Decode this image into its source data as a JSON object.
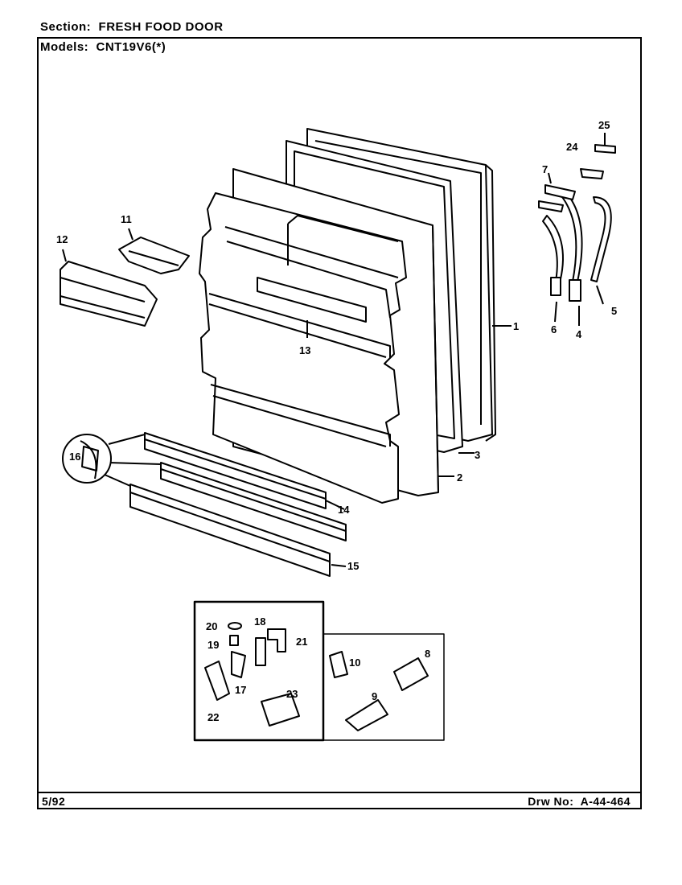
{
  "header": {
    "section_label": "Section:",
    "section_value": "FRESH FOOD DOOR",
    "models_label": "Models:",
    "models_value": "CNT19V6(*)"
  },
  "footer": {
    "date": "5/92",
    "drawing_label": "Drw No:",
    "drawing_number": "A-44-464"
  },
  "callouts": [
    "1",
    "2",
    "3",
    "4",
    "5",
    "6",
    "7",
    "8",
    "9",
    "10",
    "11",
    "12",
    "13",
    "14",
    "15",
    "16",
    "17",
    "18",
    "19",
    "20",
    "21",
    "22",
    "23",
    "24",
    "25"
  ]
}
